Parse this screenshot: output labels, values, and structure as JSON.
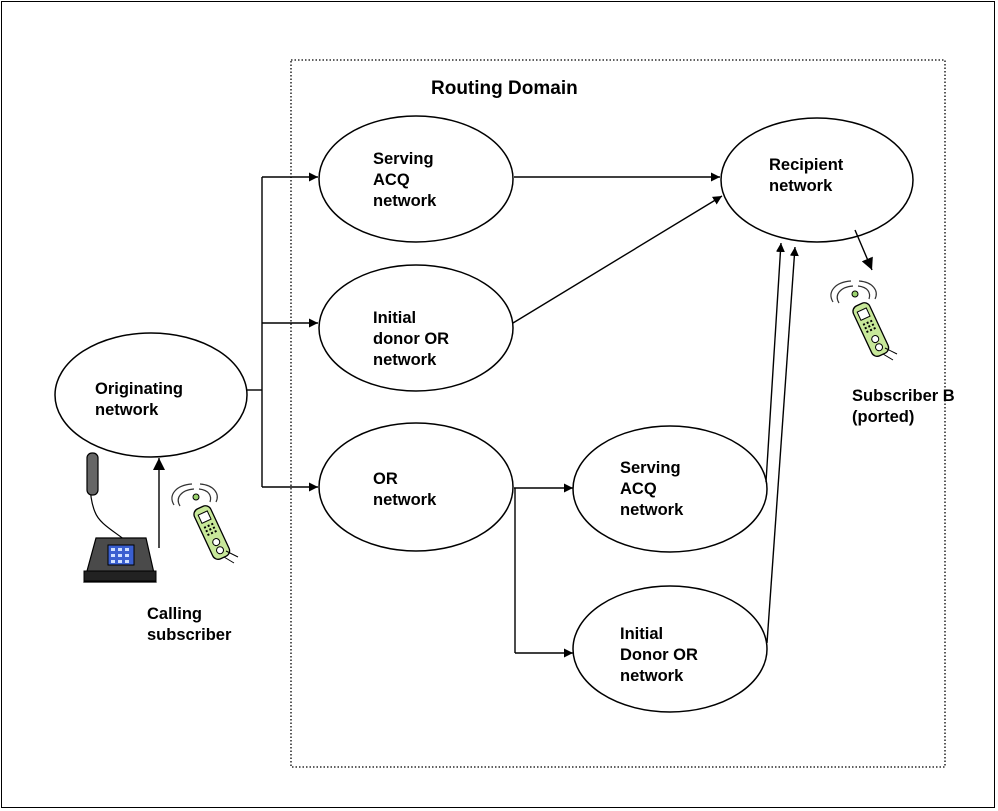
{
  "domain_title": "Routing Domain",
  "nodes": {
    "originating": "Originating\nnetwork",
    "serving_acq_top": "Serving\nACQ\nnetwork",
    "initial_donor_top": "Initial\ndonor OR\nnetwork",
    "or_network": "OR\nnetwork",
    "recipient": "Recipient\nnetwork",
    "serving_acq_bottom": "Serving\nACQ\nnetwork",
    "initial_donor_bottom": "Initial\nDonor OR\nnetwork"
  },
  "subscribers": {
    "calling": "Calling\nsubscriber",
    "ported": "Subscriber B\n(ported)"
  },
  "icons": [
    "desk-phone-icon",
    "mobile-phone-icon"
  ]
}
